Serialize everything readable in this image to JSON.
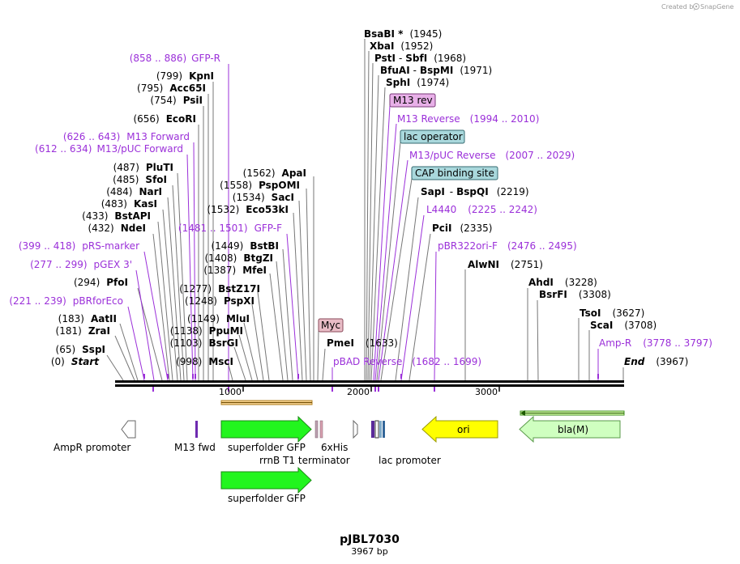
{
  "credit": {
    "prefix": "Created by",
    "brand": "SnapGene"
  },
  "plasmid": {
    "name": "pJBL7030",
    "size_label": "3967 bp",
    "length": 3967
  },
  "ruler": [
    "1000",
    "2000",
    "3000"
  ],
  "colors": {
    "purple": "#9b30d9",
    "gfp": "#22f51e",
    "ori": "#ffff00",
    "bla": "#cfffc0",
    "line": "#777777"
  },
  "sites_left": [
    {
      "pos": "(858 .. 886)",
      "name": "GFP-R",
      "type": "primer"
    },
    {
      "pos": "(799)",
      "name": "KpnI",
      "type": "enzyme"
    },
    {
      "pos": "(795)",
      "name": "Acc65I",
      "type": "enzyme"
    },
    {
      "pos": "(754)",
      "name": "PsiI",
      "type": "enzyme"
    },
    {
      "pos": "(656)",
      "name": "EcoRI",
      "type": "enzyme"
    },
    {
      "pos": "(626 .. 643)",
      "name": "M13 Forward",
      "type": "primer"
    },
    {
      "pos": "(612 .. 634)",
      "name": "M13/pUC Forward",
      "type": "primer"
    },
    {
      "pos": "(487)",
      "name": "PluTI",
      "type": "enzyme"
    },
    {
      "pos": "(485)",
      "name": "SfoI",
      "type": "enzyme"
    },
    {
      "pos": "(484)",
      "name": "NarI",
      "type": "enzyme"
    },
    {
      "pos": "(483)",
      "name": "KasI",
      "type": "enzyme"
    },
    {
      "pos": "(433)",
      "name": "BstAPI",
      "type": "enzyme"
    },
    {
      "pos": "(432)",
      "name": "NdeI",
      "type": "enzyme"
    },
    {
      "pos": "(399 .. 418)",
      "name": "pRS-marker",
      "type": "primer"
    },
    {
      "pos": "(277 .. 299)",
      "name": "pGEX 3'",
      "type": "primer"
    },
    {
      "pos": "(294)",
      "name": "PfoI",
      "type": "enzyme"
    },
    {
      "pos": "(221 .. 239)",
      "name": "pBRforEco",
      "type": "primer"
    },
    {
      "pos": "(183)",
      "name": "AatII",
      "type": "enzyme"
    },
    {
      "pos": "(181)",
      "name": "ZraI",
      "type": "enzyme"
    },
    {
      "pos": "(65)",
      "name": "SspI",
      "type": "enzyme"
    },
    {
      "pos": "(0)",
      "name": "Start",
      "type": "origin"
    }
  ],
  "sites_mid": [
    {
      "pos": "(1562)",
      "name": "ApaI",
      "type": "enzyme"
    },
    {
      "pos": "(1558)",
      "name": "PspOMI",
      "type": "enzyme"
    },
    {
      "pos": "(1534)",
      "name": "SacI",
      "type": "enzyme"
    },
    {
      "pos": "(1532)",
      "name": "Eco53kI",
      "type": "enzyme"
    },
    {
      "pos": "(1481 .. 1501)",
      "name": "GFP-F",
      "type": "primer"
    },
    {
      "pos": "(1449)",
      "name": "BstBI",
      "type": "enzyme"
    },
    {
      "pos": "(1408)",
      "name": "BtgZI",
      "type": "enzyme"
    },
    {
      "pos": "(1387)",
      "name": "MfeI",
      "type": "enzyme"
    },
    {
      "pos": "(1277)",
      "name": "BstZ17I",
      "type": "enzyme"
    },
    {
      "pos": "(1248)",
      "name": "PspXI",
      "type": "enzyme"
    },
    {
      "pos": "(1149)",
      "name": "MluI",
      "type": "enzyme"
    },
    {
      "pos": "(1138)",
      "name": "PpuMI",
      "type": "enzyme"
    },
    {
      "pos": "(1103)",
      "name": "BsrGI",
      "type": "enzyme"
    },
    {
      "pos": "(998)",
      "name": "MscI",
      "type": "enzyme"
    }
  ],
  "sites_right": [
    {
      "name": "BsaBI *",
      "pos": "(1945)",
      "type": "enzyme"
    },
    {
      "name": "XbaI",
      "pos": "(1952)",
      "type": "enzyme"
    },
    {
      "name": "PstI",
      "name2": "SbfI",
      "pos": "(1968)",
      "type": "enzyme"
    },
    {
      "name": "BfuAI",
      "name2": "BspMI",
      "pos": "(1971)",
      "type": "enzyme"
    },
    {
      "name": "SphI",
      "pos": "(1974)",
      "type": "enzyme"
    },
    {
      "name": "M13 rev",
      "type": "feature"
    },
    {
      "name": "M13 Reverse",
      "pos": "(1994 .. 2010)",
      "type": "primer"
    },
    {
      "name": "lac operator",
      "type": "feature"
    },
    {
      "name": "M13/pUC Reverse",
      "pos": "(2007 .. 2029)",
      "type": "primer"
    },
    {
      "name": "CAP binding site",
      "type": "feature"
    },
    {
      "name": "SapI",
      "name2": "BspQI",
      "pos": "(2219)",
      "type": "enzyme"
    },
    {
      "name": "L4440",
      "pos": "(2225 .. 2242)",
      "type": "primer"
    },
    {
      "name": "PciI",
      "pos": "(2335)",
      "type": "enzyme"
    },
    {
      "name": "pBR322ori-F",
      "pos": "(2476 .. 2495)",
      "type": "primer"
    },
    {
      "name": "AlwNI",
      "pos": "(2751)",
      "type": "enzyme"
    },
    {
      "name": "AhdI",
      "pos": "(3228)",
      "type": "enzyme"
    },
    {
      "name": "BsrFI",
      "pos": "(3308)",
      "type": "enzyme"
    },
    {
      "name": "TsoI",
      "pos": "(3627)",
      "type": "enzyme"
    },
    {
      "name": "ScaI",
      "pos": "(3708)",
      "type": "enzyme"
    },
    {
      "name": "Amp-R",
      "pos": "(3778 .. 3797)",
      "type": "primer"
    },
    {
      "name": "End",
      "pos": "(3967)",
      "type": "origin"
    }
  ],
  "sites_misc": [
    {
      "name": "Myc",
      "type": "feature"
    },
    {
      "name": "PmeI",
      "pos": "(1633)",
      "type": "enzyme"
    },
    {
      "name": "pBAD Reverse",
      "pos": "(1682 .. 1699)",
      "type": "primer"
    }
  ],
  "features": [
    {
      "name": "AmpR promoter"
    },
    {
      "name": "M13 fwd"
    },
    {
      "name": "superfolder GFP"
    },
    {
      "name": "rrnB T1 terminator"
    },
    {
      "name": "6xHis"
    },
    {
      "name": "lac promoter"
    },
    {
      "name": "ori"
    },
    {
      "name": "bla(M)"
    },
    {
      "name": "superfolder GFP"
    }
  ]
}
